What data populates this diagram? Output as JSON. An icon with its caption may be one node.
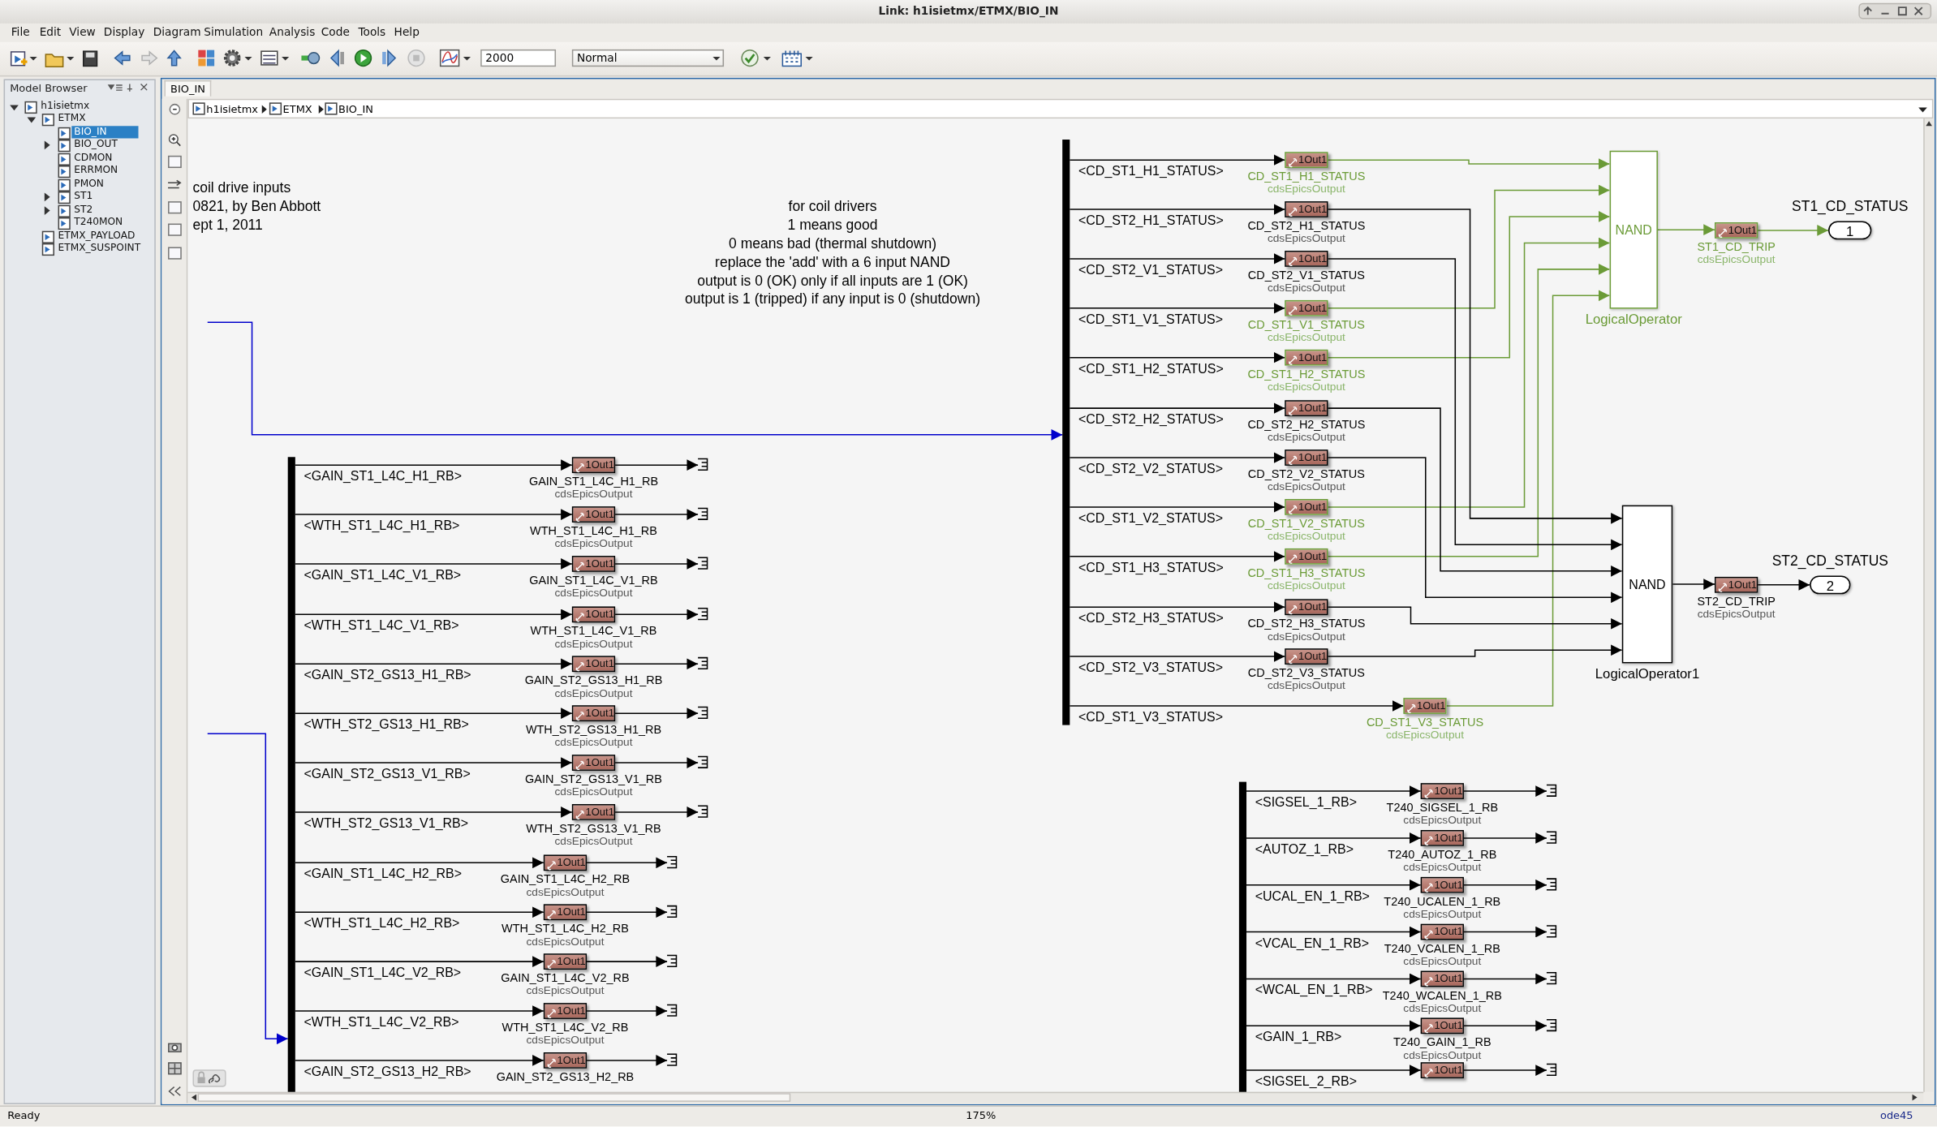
{
  "diagram": {
    "title": "Link: h1isietmx/ETMX/BIO_IN",
    "nodes": [
      {
        "text": [],
        "shape": "bar"
      },
      {
        "text": [
          "1Out1"
        ],
        "beside": [
          "CD_ST1_H1_STATUS",
          "cdsEpicsOutput"
        ]
      },
      {
        "text": [
          "1Out1"
        ],
        "beside": [
          "CD_ST2_H1_STATUS",
          "cdsEpicsOutput"
        ]
      },
      {
        "text": [
          "1Out1"
        ],
        "beside": [
          "CD_ST2_V1_STATUS",
          "cdsEpicsOutput"
        ]
      },
      {
        "text": [
          "1Out1"
        ],
        "beside": [
          "CD_ST1_V1_STATUS",
          "cdsEpicsOutput"
        ]
      },
      {
        "text": [
          "1Out1"
        ],
        "beside": [
          "CD_ST1_H2_STATUS",
          "cdsEpicsOutput"
        ]
      },
      {
        "text": [
          "1Out1"
        ],
        "beside": [
          "CD_ST2_H2_STATUS",
          "cdsEpicsOutput"
        ]
      },
      {
        "text": [
          "1Out1"
        ],
        "beside": [
          "CD_ST2_V2_STATUS",
          "cdsEpicsOutput"
        ]
      },
      {
        "text": [
          "1Out1"
        ],
        "beside": [
          "CD_ST1_V2_STATUS",
          "cdsEpicsOutput"
        ]
      },
      {
        "text": [
          "1Out1"
        ],
        "beside": [
          "CD_ST1_H3_STATUS",
          "cdsEpicsOutput"
        ]
      },
      {
        "text": [
          "1Out1"
        ],
        "beside": [
          "CD_ST2_H3_STATUS",
          "cdsEpicsOutput"
        ]
      },
      {
        "text": [
          "1Out1"
        ],
        "beside": [
          "CD_ST2_V3_STATUS",
          "cdsEpicsOutput"
        ]
      },
      {
        "text": [
          "1Out1"
        ],
        "beside": [
          "CD_ST1_V3_STATUS",
          "cdsEpicsOutput"
        ]
      },
      {
        "text": [
          "NAND"
        ],
        "beside": [
          "LogicalOperator"
        ]
      },
      {
        "text": [
          "1Out1"
        ],
        "beside": [
          "ST1_CD_TRIP",
          "cdsEpicsOutput"
        ]
      },
      {
        "text": [
          "1"
        ],
        "beside": [
          "ST1_CD_STATUS"
        ]
      },
      {
        "text": [
          "NAND"
        ],
        "beside": [
          "LogicalOperator1"
        ]
      },
      {
        "text": [
          "1Out1"
        ],
        "beside": [
          "ST2_CD_TRIP",
          "cdsEpicsOutput"
        ]
      },
      {
        "text": [
          "2"
        ],
        "beside": [
          "ST2_CD_STATUS"
        ]
      },
      {
        "text": [],
        "shape": "bar"
      },
      {
        "text": [
          "1Out1"
        ],
        "beside": [
          "GAIN_ST1_L4C_H1_RB",
          "cdsEpicsOutput"
        ]
      },
      {
        "text": [
          "1Out1"
        ],
        "beside": [
          "WTH_ST1_L4C_H1_RB",
          "cdsEpicsOutput"
        ]
      },
      {
        "text": [
          "1Out1"
        ],
        "beside": [
          "GAIN_ST1_L4C_V1_RB",
          "cdsEpicsOutput"
        ]
      },
      {
        "text": [
          "1Out1"
        ],
        "beside": [
          "WTH_ST1_L4C_V1_RB",
          "cdsEpicsOutput"
        ]
      },
      {
        "text": [
          "1Out1"
        ],
        "beside": [
          "GAIN_ST2_GS13_H1_RB",
          "cdsEpicsOutput"
        ]
      },
      {
        "text": [
          "1Out1"
        ],
        "beside": [
          "WTH_ST2_GS13_H1_RB",
          "cdsEpicsOutput"
        ]
      },
      {
        "text": [
          "1Out1"
        ],
        "beside": [
          "GAIN_ST2_GS13_V1_RB",
          "cdsEpicsOutput"
        ]
      },
      {
        "text": [
          "1Out1"
        ],
        "beside": [
          "WTH_ST2_GS13_V1_RB",
          "cdsEpicsOutput"
        ]
      },
      {
        "text": [
          "1Out1"
        ],
        "beside": [
          "GAIN_ST1_L4C_H2_RB",
          "cdsEpicsOutput"
        ]
      },
      {
        "text": [
          "1Out1"
        ],
        "beside": [
          "WTH_ST1_L4C_H2_RB",
          "cdsEpicsOutput"
        ]
      },
      {
        "text": [
          "1Out1"
        ],
        "beside": [
          "GAIN_ST1_L4C_V2_RB",
          "cdsEpicsOutput"
        ]
      },
      {
        "text": [
          "1Out1"
        ],
        "beside": [
          "WTH_ST1_L4C_V2_RB",
          "cdsEpicsOutput"
        ]
      },
      {
        "text": [
          "1Out1"
        ],
        "beside": [
          "GAIN_ST2_GS13_H2_RB"
        ]
      },
      {
        "text": [],
        "shape": "terminator"
      },
      {
        "text": [],
        "shape": "terminator"
      },
      {
        "text": [],
        "shape": "terminator"
      },
      {
        "text": [],
        "shape": "terminator"
      },
      {
        "text": [],
        "shape": "terminator"
      },
      {
        "text": [],
        "shape": "terminator"
      },
      {
        "text": [],
        "shape": "terminator"
      },
      {
        "text": [],
        "shape": "terminator"
      },
      {
        "text": [],
        "shape": "terminator"
      },
      {
        "text": [],
        "shape": "terminator"
      },
      {
        "text": [],
        "shape": "terminator"
      },
      {
        "text": [],
        "shape": "terminator"
      },
      {
        "text": [],
        "shape": "terminator"
      },
      {
        "text": [],
        "shape": "bar"
      },
      {
        "text": [
          "1Out1"
        ],
        "beside": [
          "T240_SIGSEL_1_RB",
          "cdsEpicsOutput"
        ]
      },
      {
        "text": [
          "1Out1"
        ],
        "beside": [
          "T240_AUTOZ_1_RB",
          "cdsEpicsOutput"
        ]
      },
      {
        "text": [
          "1Out1"
        ],
        "beside": [
          "T240_UCALEN_1_RB",
          "cdsEpicsOutput"
        ]
      },
      {
        "text": [
          "1Out1"
        ],
        "beside": [
          "T240_VCALEN_1_RB",
          "cdsEpicsOutput"
        ]
      },
      {
        "text": [
          "1Out1"
        ],
        "beside": [
          "T240_WCALEN_1_RB",
          "cdsEpicsOutput"
        ]
      },
      {
        "text": [
          "1Out1"
        ],
        "beside": [
          "T240_GAIN_1_RB",
          "cdsEpicsOutput"
        ]
      },
      {
        "text": [
          "1Out1"
        ]
      },
      {
        "text": [],
        "shape": "terminator"
      },
      {
        "text": [],
        "shape": "terminator"
      },
      {
        "text": [],
        "shape": "terminator"
      },
      {
        "text": [],
        "shape": "terminator"
      },
      {
        "text": [],
        "shape": "terminator"
      },
      {
        "text": [],
        "shape": "terminator"
      },
      {
        "text": [],
        "shape": "terminator"
      }
    ],
    "edges": [
      {
        "from": 0,
        "to": 1,
        "arrow": "to",
        "label": "<CD_ST1_H1_STATUS>"
      },
      {
        "from": 0,
        "to": 2,
        "arrow": "to",
        "label": "<CD_ST2_H1_STATUS>"
      },
      {
        "from": 0,
        "to": 3,
        "arrow": "to",
        "label": "<CD_ST2_V1_STATUS>"
      },
      {
        "from": 0,
        "to": 4,
        "arrow": "to",
        "label": "<CD_ST1_V1_STATUS>"
      },
      {
        "from": 0,
        "to": 5,
        "arrow": "to",
        "label": "<CD_ST1_H2_STATUS>"
      },
      {
        "from": 0,
        "to": 6,
        "arrow": "to",
        "label": "<CD_ST2_H2_STATUS>"
      },
      {
        "from": 0,
        "to": 7,
        "arrow": "to",
        "label": "<CD_ST2_V2_STATUS>"
      },
      {
        "from": 0,
        "to": 8,
        "arrow": "to",
        "label": "<CD_ST1_V2_STATUS>"
      },
      {
        "from": 0,
        "to": 9,
        "arrow": "to",
        "label": "<CD_ST1_H3_STATUS>"
      },
      {
        "from": 0,
        "to": 10,
        "arrow": "to",
        "label": "<CD_ST2_H3_STATUS>"
      },
      {
        "from": 0,
        "to": 11,
        "arrow": "to",
        "label": "<CD_ST2_V3_STATUS>"
      },
      {
        "from": 0,
        "to": 12,
        "arrow": "to",
        "label": "<CD_ST1_V3_STATUS>"
      },
      {
        "from": 1,
        "to": 13,
        "arrow": "to",
        "color": "#6b9b37"
      },
      {
        "from": 4,
        "to": 13,
        "arrow": "to",
        "color": "#6b9b37"
      },
      {
        "from": 5,
        "to": 13,
        "arrow": "to",
        "color": "#6b9b37"
      },
      {
        "from": 8,
        "to": 13,
        "arrow": "to",
        "color": "#6b9b37"
      },
      {
        "from": 9,
        "to": 13,
        "arrow": "to",
        "color": "#6b9b37"
      },
      {
        "from": 12,
        "to": 13,
        "arrow": "to",
        "color": "#6b9b37"
      },
      {
        "from": 2,
        "to": 16,
        "arrow": "to"
      },
      {
        "from": 3,
        "to": 16,
        "arrow": "to"
      },
      {
        "from": 6,
        "to": 16,
        "arrow": "to"
      },
      {
        "from": 7,
        "to": 16,
        "arrow": "to"
      },
      {
        "from": 10,
        "to": 16,
        "arrow": "to"
      },
      {
        "from": 11,
        "to": 16,
        "arrow": "to"
      },
      {
        "from": 13,
        "to": 14,
        "arrow": "to",
        "color": "#6b9b37"
      },
      {
        "from": 14,
        "to": 15,
        "arrow": "to",
        "color": "#6b9b37"
      },
      {
        "from": 16,
        "to": 17,
        "arrow": "to"
      },
      {
        "from": 17,
        "to": 18,
        "arrow": "to"
      },
      {
        "from": 19,
        "to": 20,
        "arrow": "to",
        "label": "<GAIN_ST1_L4C_H1_RB>"
      },
      {
        "from": 19,
        "to": 21,
        "arrow": "to",
        "label": "<WTH_ST1_L4C_H1_RB>"
      },
      {
        "from": 19,
        "to": 22,
        "arrow": "to",
        "label": "<GAIN_ST1_L4C_V1_RB>"
      },
      {
        "from": 19,
        "to": 23,
        "arrow": "to",
        "label": "<WTH_ST1_L4C_V1_RB>"
      },
      {
        "from": 19,
        "to": 24,
        "arrow": "to",
        "label": "<GAIN_ST2_GS13_H1_RB>"
      },
      {
        "from": 19,
        "to": 25,
        "arrow": "to",
        "label": "<WTH_ST2_GS13_H1_RB>"
      },
      {
        "from": 19,
        "to": 26,
        "arrow": "to",
        "label": "<GAIN_ST2_GS13_V1_RB>"
      },
      {
        "from": 19,
        "to": 27,
        "arrow": "to",
        "label": "<WTH_ST2_GS13_V1_RB>"
      },
      {
        "from": 19,
        "to": 28,
        "arrow": "to",
        "label": "<GAIN_ST1_L4C_H2_RB>"
      },
      {
        "from": 19,
        "to": 29,
        "arrow": "to",
        "label": "<WTH_ST1_L4C_H2_RB>"
      },
      {
        "from": 19,
        "to": 30,
        "arrow": "to",
        "label": "<GAIN_ST1_L4C_V2_RB>"
      },
      {
        "from": 19,
        "to": 31,
        "arrow": "to",
        "label": "<WTH_ST1_L4C_V2_RB>"
      },
      {
        "from": 19,
        "to": 32,
        "arrow": "to",
        "label": "<GAIN_ST2_GS13_H2_RB>"
      },
      {
        "from": 20,
        "to": 33,
        "arrow": "to"
      },
      {
        "from": 21,
        "to": 34,
        "arrow": "to"
      },
      {
        "from": 22,
        "to": 35,
        "arrow": "to"
      },
      {
        "from": 23,
        "to": 36,
        "arrow": "to"
      },
      {
        "from": 24,
        "to": 37,
        "arrow": "to"
      },
      {
        "from": 25,
        "to": 38,
        "arrow": "to"
      },
      {
        "from": 26,
        "to": 39,
        "arrow": "to"
      },
      {
        "from": 27,
        "to": 40,
        "arrow": "to"
      },
      {
        "from": 28,
        "to": 41,
        "arrow": "to"
      },
      {
        "from": 29,
        "to": 42,
        "arrow": "to"
      },
      {
        "from": 30,
        "to": 43,
        "arrow": "to"
      },
      {
        "from": 31,
        "to": 44,
        "arrow": "to"
      },
      {
        "from": 32,
        "to": 45,
        "arrow": "to"
      },
      {
        "from": 46,
        "to": 47,
        "arrow": "to",
        "label": "<SIGSEL_1_RB>"
      },
      {
        "from": 46,
        "to": 48,
        "arrow": "to",
        "label": "<AUTOZ_1_RB>"
      },
      {
        "from": 46,
        "to": 49,
        "arrow": "to",
        "label": "<UCAL_EN_1_RB>"
      },
      {
        "from": 46,
        "to": 50,
        "arrow": "to",
        "label": "<VCAL_EN_1_RB>"
      },
      {
        "from": 46,
        "to": 51,
        "arrow": "to",
        "label": "<WCAL_EN_1_RB>"
      },
      {
        "from": 46,
        "to": 52,
        "arrow": "to",
        "label": "<GAIN_1_RB>"
      },
      {
        "from": 46,
        "to": 53,
        "arrow": "to",
        "label": "<SIGSEL_2_RB>"
      },
      {
        "from": 47,
        "to": 54,
        "arrow": "to"
      },
      {
        "from": 48,
        "to": 55,
        "arrow": "to"
      },
      {
        "from": 49,
        "to": 56,
        "arrow": "to"
      },
      {
        "from": 50,
        "to": 57,
        "arrow": "to"
      },
      {
        "from": 51,
        "to": 58,
        "arrow": "to"
      },
      {
        "from": 52,
        "to": 59,
        "arrow": "to"
      },
      {
        "from": 53,
        "to": 60,
        "arrow": "to"
      },
      {
        "from": null,
        "to": 0,
        "arrow": "to",
        "color": "#0000cc"
      },
      {
        "from": null,
        "to": 19,
        "arrow": "to",
        "color": "#0000cc"
      }
    ],
    "labels": [
      "File",
      "Edit",
      "View",
      "Display",
      "Diagram",
      "Simulation",
      "Analysis",
      "Code",
      "Tools",
      "Help",
      "2000",
      "Normal",
      "Model Browser",
      "h1isietmx",
      "ETMX",
      "BIO_IN",
      "BIO_OUT",
      "CDMON",
      "ERRMON",
      "PMON",
      "ST1",
      "ST2",
      "T240MON",
      "ETMX_PAYLOAD",
      "ETMX_SUSPOINT",
      "BIO_IN",
      "h1isietmx",
      "ETMX",
      "BIO_IN",
      "coil drive inputs",
      "0821, by Ben Abbott",
      "ept 1, 2011",
      "for coil drivers",
      "1 means good",
      "0 means bad (thermal shutdown)",
      "replace the 'add' with a 6 input NAND",
      "output is 0 (OK) only if all inputs are 1 (OK)",
      "output is 1 (tripped) if any input is 0 (shutdown)",
      "Ready",
      "175%",
      "ode45"
    ]
  }
}
